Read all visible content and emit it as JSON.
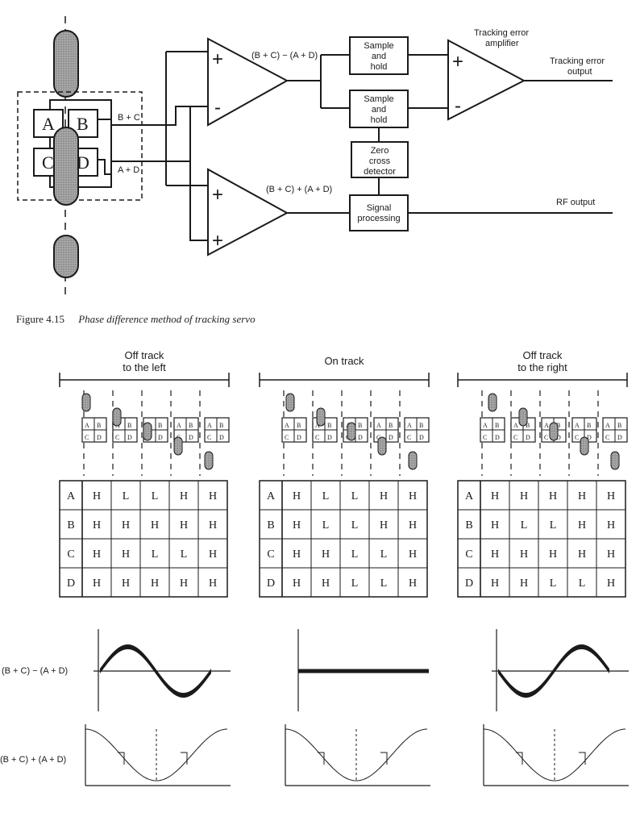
{
  "block_diagram": {
    "detector_quadrants": [
      "A",
      "B",
      "C",
      "D"
    ],
    "signal_sum_bc": "B + C",
    "signal_sum_ad": "A + D",
    "amp_upper_output": "(B + C) − (A + D)",
    "amp_lower_output": "(B + C) + (A + D)",
    "amp_plus": "+",
    "amp_minus": "-",
    "sample_hold_1": [
      "Sample",
      "and",
      "hold"
    ],
    "sample_hold_2": [
      "Sample",
      "and",
      "hold"
    ],
    "zero_cross": [
      "Zero",
      "cross",
      "detector"
    ],
    "signal_processing": [
      "Signal",
      "processing"
    ],
    "tracking_amp_label": [
      "Tracking error",
      "amplifier"
    ],
    "tracking_output_label": [
      "Tracking error",
      "output"
    ],
    "rf_output_label": "RF output"
  },
  "caption": {
    "number": "Figure 4.15",
    "title": "Phase difference method of tracking servo"
  },
  "panels": [
    {
      "title_lines": [
        "Off track",
        "to the left"
      ],
      "spot_offset": "left",
      "table": [
        [
          "A",
          "H",
          "L",
          "L",
          "H",
          "H"
        ],
        [
          "B",
          "H",
          "H",
          "H",
          "H",
          "H"
        ],
        [
          "C",
          "H",
          "H",
          "L",
          "L",
          "H"
        ],
        [
          "D",
          "H",
          "H",
          "H",
          "H",
          "H"
        ]
      ],
      "diff_shape": "sine-positive-first",
      "sum_shape": "cosine-dip"
    },
    {
      "title_lines": [
        "On track"
      ],
      "spot_offset": "center",
      "table": [
        [
          "A",
          "H",
          "L",
          "L",
          "H",
          "H"
        ],
        [
          "B",
          "H",
          "L",
          "L",
          "H",
          "H"
        ],
        [
          "C",
          "H",
          "H",
          "L",
          "L",
          "H"
        ],
        [
          "D",
          "H",
          "H",
          "L",
          "L",
          "H"
        ]
      ],
      "diff_shape": "flat-zero",
      "sum_shape": "cosine-dip"
    },
    {
      "title_lines": [
        "Off track",
        "to the right"
      ],
      "spot_offset": "right",
      "table": [
        [
          "A",
          "H",
          "H",
          "H",
          "H",
          "H"
        ],
        [
          "B",
          "H",
          "L",
          "L",
          "H",
          "H"
        ],
        [
          "C",
          "H",
          "H",
          "H",
          "H",
          "H"
        ],
        [
          "D",
          "H",
          "H",
          "L",
          "L",
          "H"
        ]
      ],
      "diff_shape": "sine-negative-first",
      "sum_shape": "cosine-dip"
    }
  ],
  "row_labels": {
    "difference": "(B + C) − (A + D)",
    "sum": "(B + C) + (A + D)"
  },
  "colors": {
    "ink": "#1a1a1a",
    "pit_fill": "#9a9a9a",
    "paper": "#ffffff"
  }
}
